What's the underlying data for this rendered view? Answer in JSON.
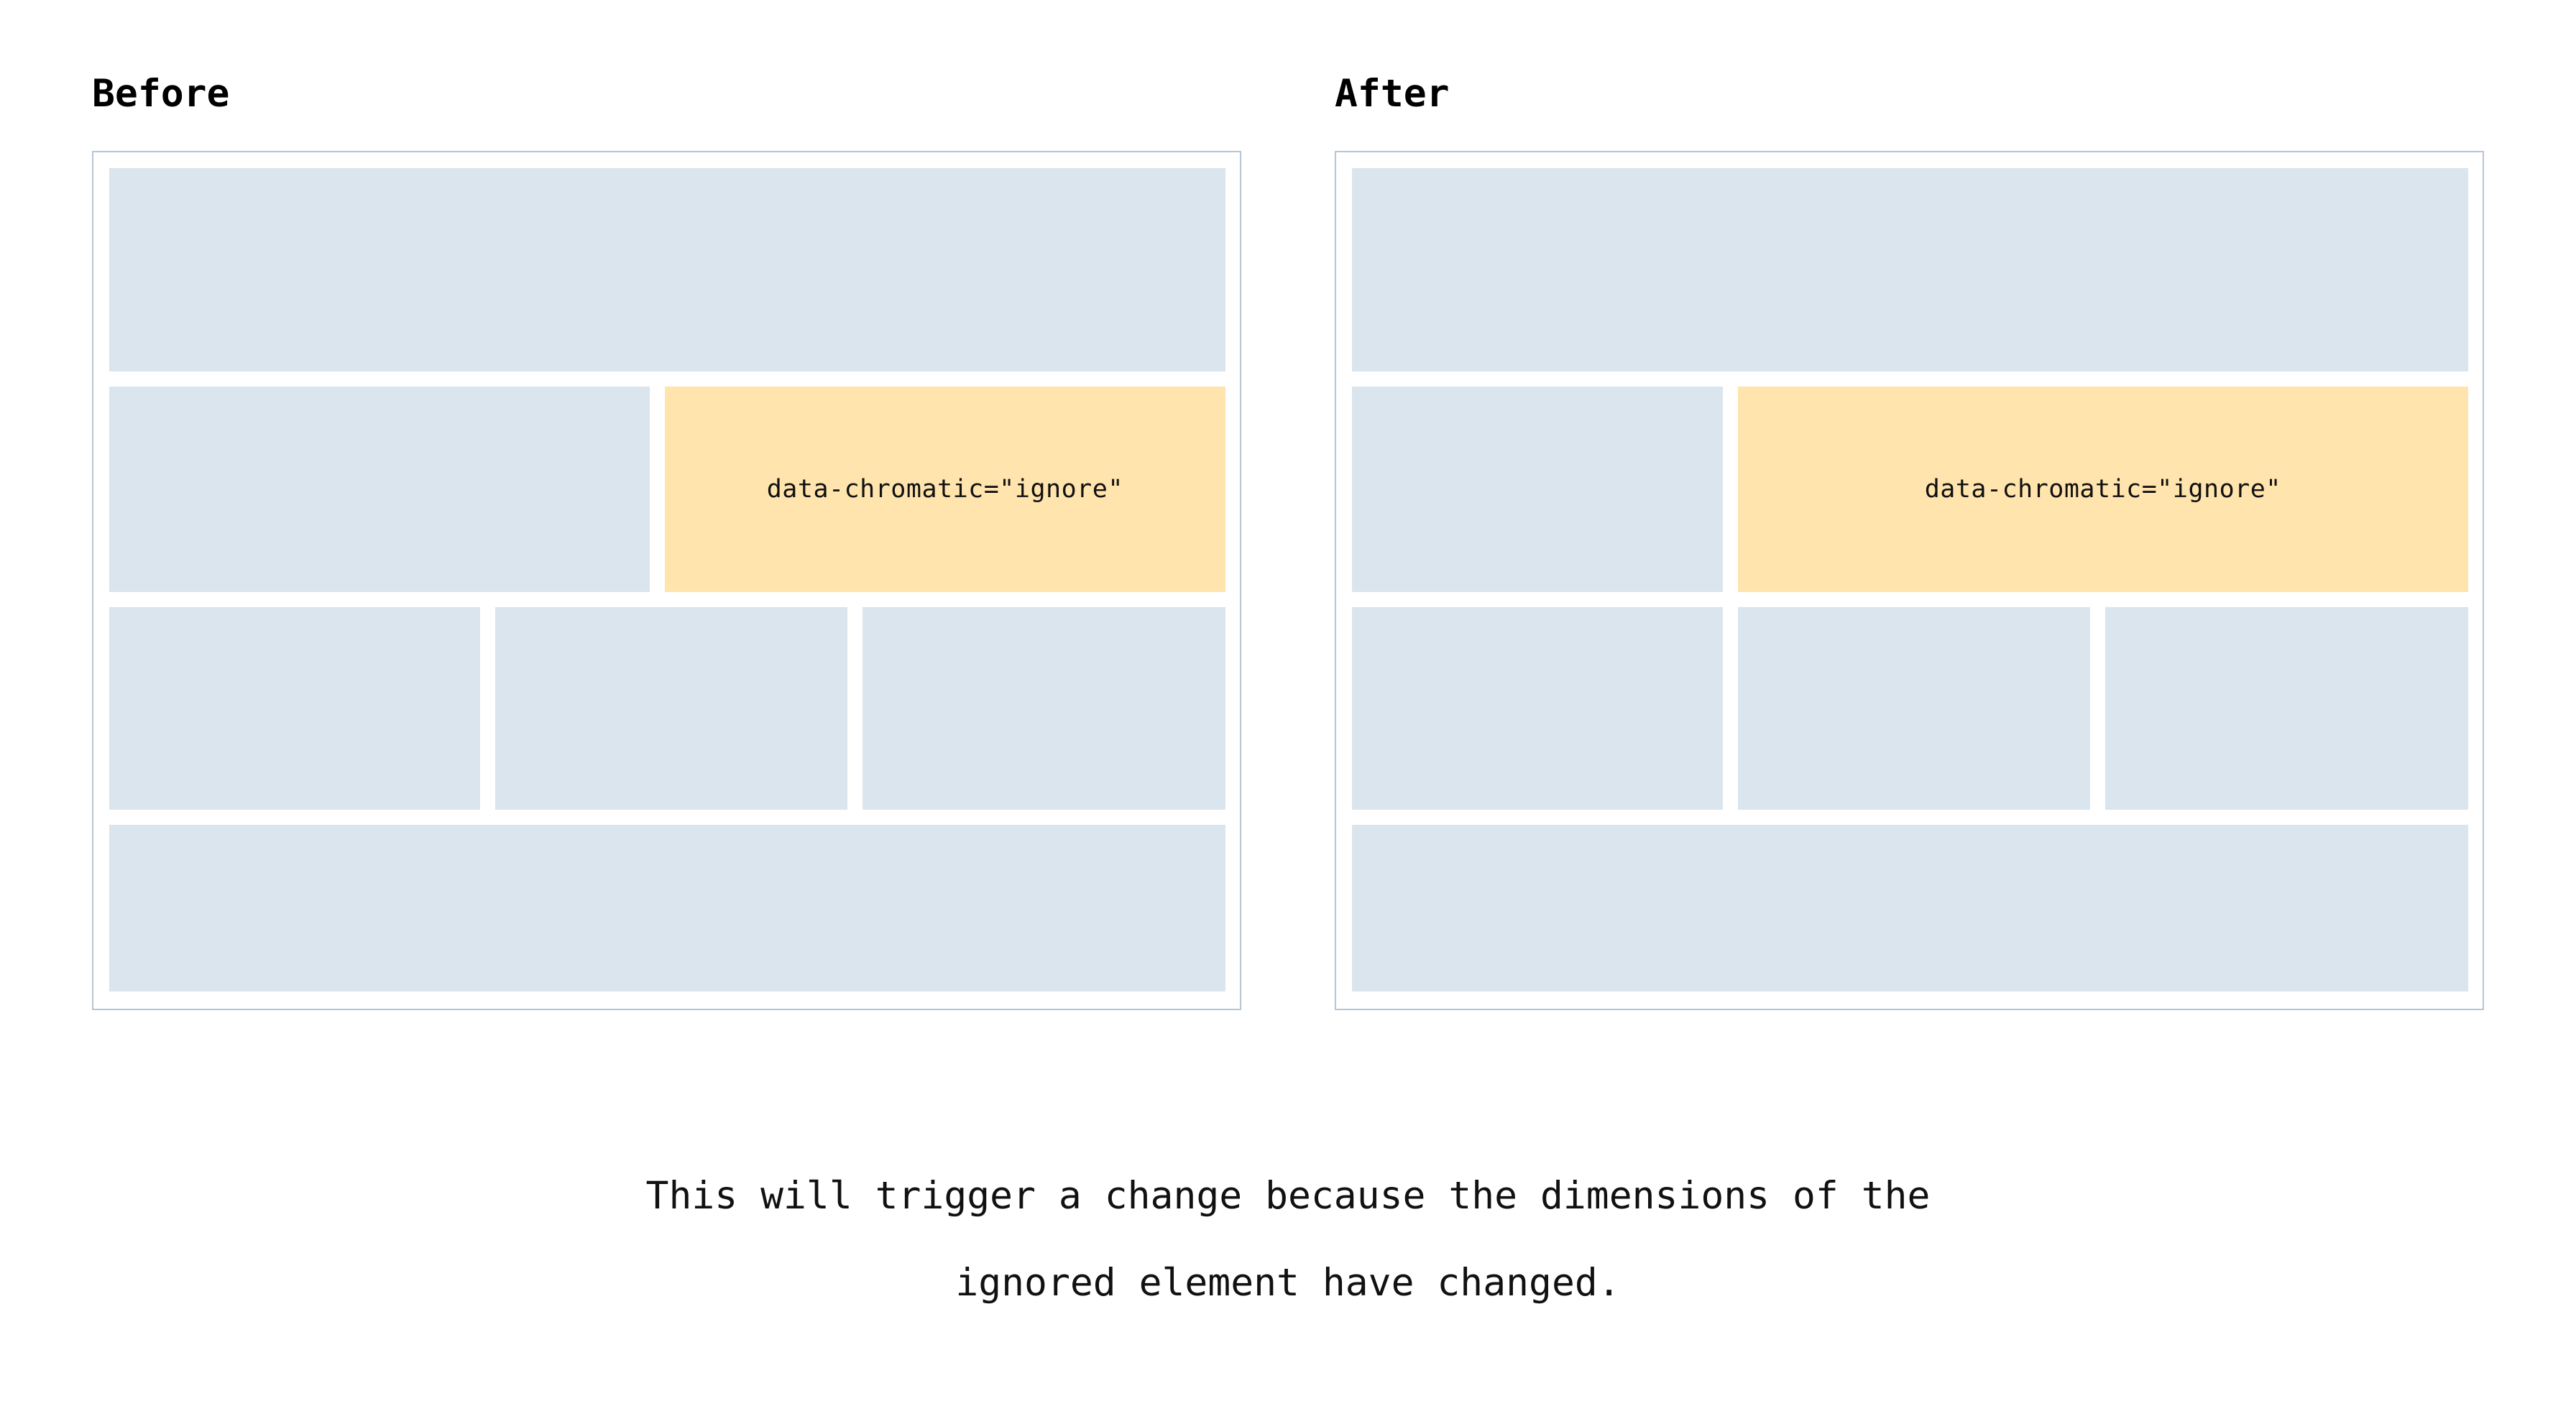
{
  "colors": {
    "background": "#ffffff",
    "panel_border": "#b6c6d4",
    "placeholder_block": "#dae5ee",
    "ignored_block": "#ffe4ad",
    "text": "#111111"
  },
  "panels": [
    {
      "key": "before",
      "title": "Before",
      "rows": [
        {
          "blocks": [
            {
              "kind": "placeholder"
            }
          ]
        },
        {
          "blocks": [
            {
              "kind": "placeholder"
            },
            {
              "kind": "ignored",
              "label": "data-chromatic=\"ignore\""
            }
          ]
        },
        {
          "blocks": [
            {
              "kind": "placeholder"
            },
            {
              "kind": "placeholder"
            },
            {
              "kind": "placeholder"
            }
          ]
        },
        {
          "blocks": [
            {
              "kind": "placeholder"
            }
          ]
        }
      ]
    },
    {
      "key": "after",
      "title": "After",
      "rows": [
        {
          "blocks": [
            {
              "kind": "placeholder"
            }
          ]
        },
        {
          "blocks": [
            {
              "kind": "placeholder"
            },
            {
              "kind": "ignored",
              "label": "data-chromatic=\"ignore\""
            }
          ]
        },
        {
          "blocks": [
            {
              "kind": "placeholder"
            },
            {
              "kind": "placeholder"
            },
            {
              "kind": "placeholder"
            }
          ]
        },
        {
          "blocks": [
            {
              "kind": "placeholder"
            }
          ]
        }
      ]
    }
  ],
  "ignored_label": "data-chromatic=\"ignore\"",
  "caption": {
    "line1": "This will trigger a change because the dimensions of the",
    "line2": "ignored element have changed."
  }
}
